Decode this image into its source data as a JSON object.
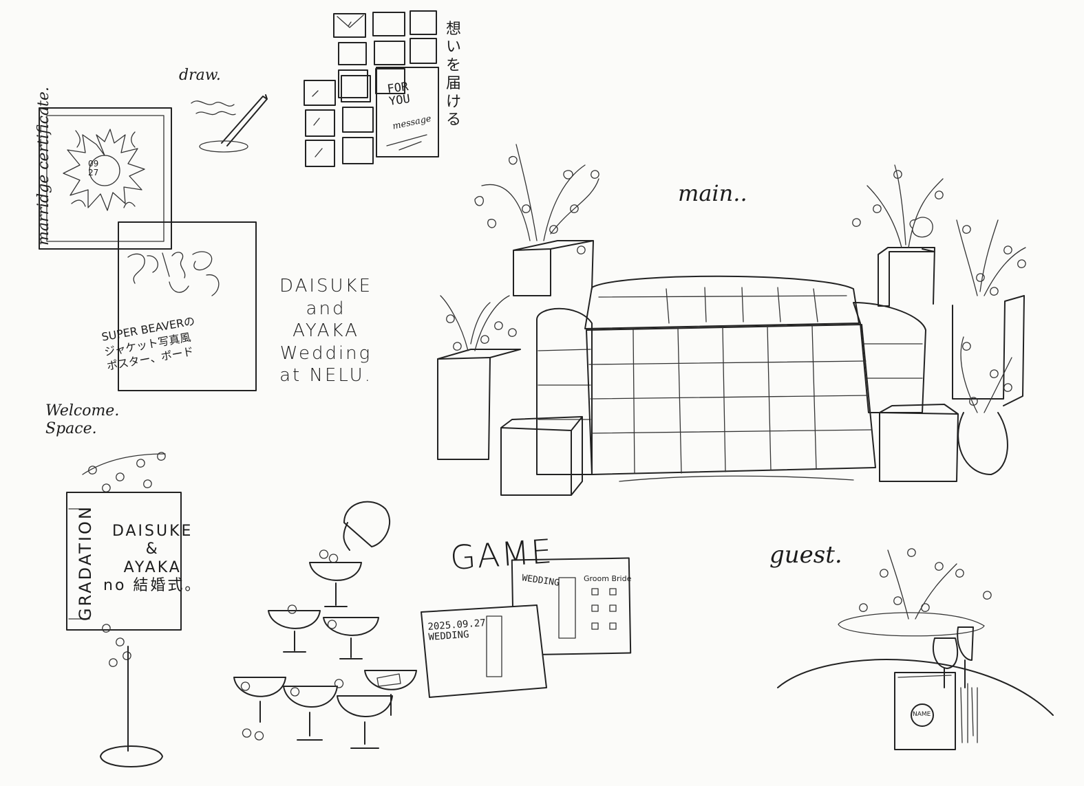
{
  "labels": {
    "marriage_certificate": "marridge certificate.",
    "draw": "draw.",
    "feelings_jp": "想いを届ける",
    "for_you": "FOR\nYOU",
    "message": "message",
    "main": "main..",
    "guest": "guest.",
    "welcome_space": "Welcome.\nSpace.",
    "game": "GAME",
    "super_beaver_note": "SUPER BEAVERの\nジャケット写真風\nポスター、ボード",
    "invitation_text": "DAISUKE\nand\nAYAKA\nWedding\nat NELU.",
    "gradation": "GRADATION",
    "welcome_board_text": "DAISUKE\n&\nAYAKA\nno 結婚式。",
    "game_card_date": "2025.09.27\nWEDDING",
    "game_card_wedding": "WEDDING",
    "groom_bride": "Groom Bride",
    "name_tag": "NAME",
    "certificate_center": "09\n27"
  },
  "colors": {
    "paper": "#fbfbf9",
    "ink": "#222222"
  }
}
